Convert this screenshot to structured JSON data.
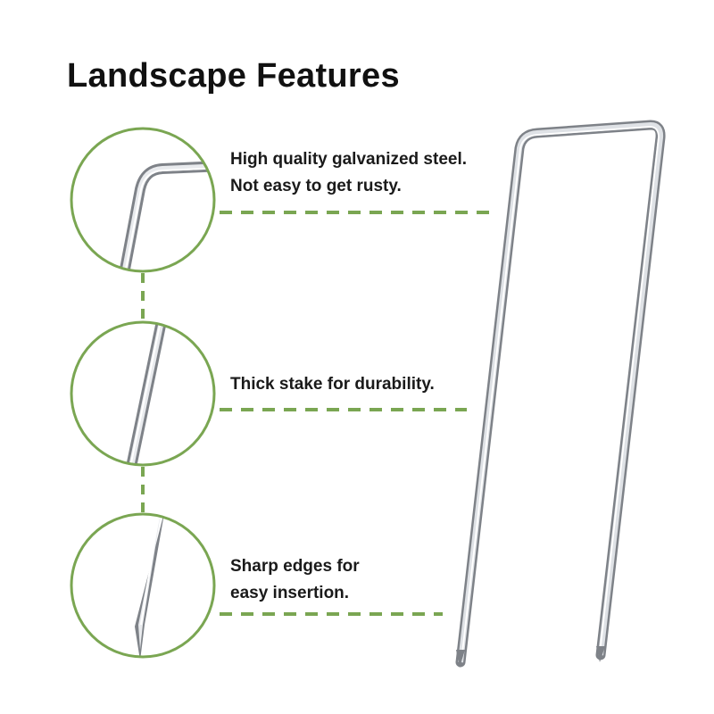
{
  "title": "Landscape Features",
  "accent_color": "#7aa652",
  "features": [
    {
      "lines": [
        "High quality galvanized steel.",
        "Not easy to get rusty."
      ],
      "detail": "bend-icon"
    },
    {
      "lines": [
        "Thick stake for durability."
      ],
      "detail": "shaft-icon"
    },
    {
      "lines": [
        "Sharp edges for",
        "easy insertion."
      ],
      "detail": "tip-icon"
    }
  ],
  "product": "staple-illustration"
}
